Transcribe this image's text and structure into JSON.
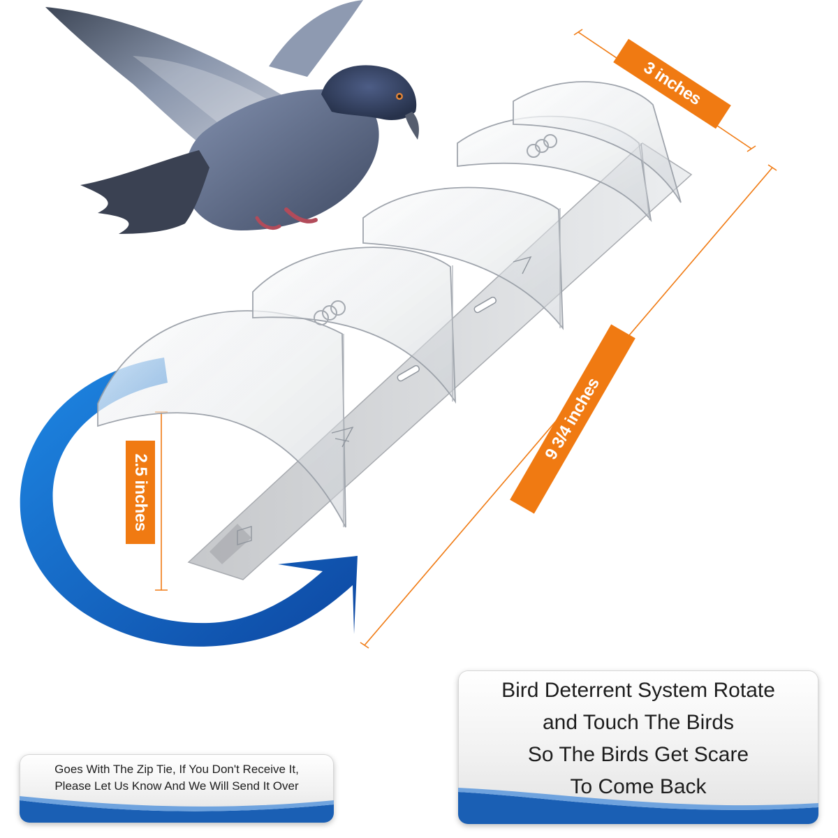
{
  "dimensions": {
    "width_label": "3 inches",
    "length_label": "9 3/4 inches",
    "height_label": "2.5 inches"
  },
  "cards": {
    "zip_tie_line1": "Goes With The Zip Tie, If You Don't Receive It,",
    "zip_tie_line2": "Please Let Us Know And We Will Send It Over",
    "feature_line1": "Bird Deterrent System Rotate",
    "feature_line2": "and Touch The Birds",
    "feature_line3": "So The Birds Get Scare",
    "feature_line4": "To Come Back"
  },
  "colors": {
    "accent_orange": "#f07a12",
    "arrow_blue": "#1565c0",
    "pigeon_blue_grey": "#5e6f92",
    "card_wave_blue": "#1a5fb4"
  },
  "icons": {
    "pigeon": "pigeon-illustration",
    "rotation": "rotation-arrow-icon",
    "product": "clear-arch-bird-deterrent"
  }
}
